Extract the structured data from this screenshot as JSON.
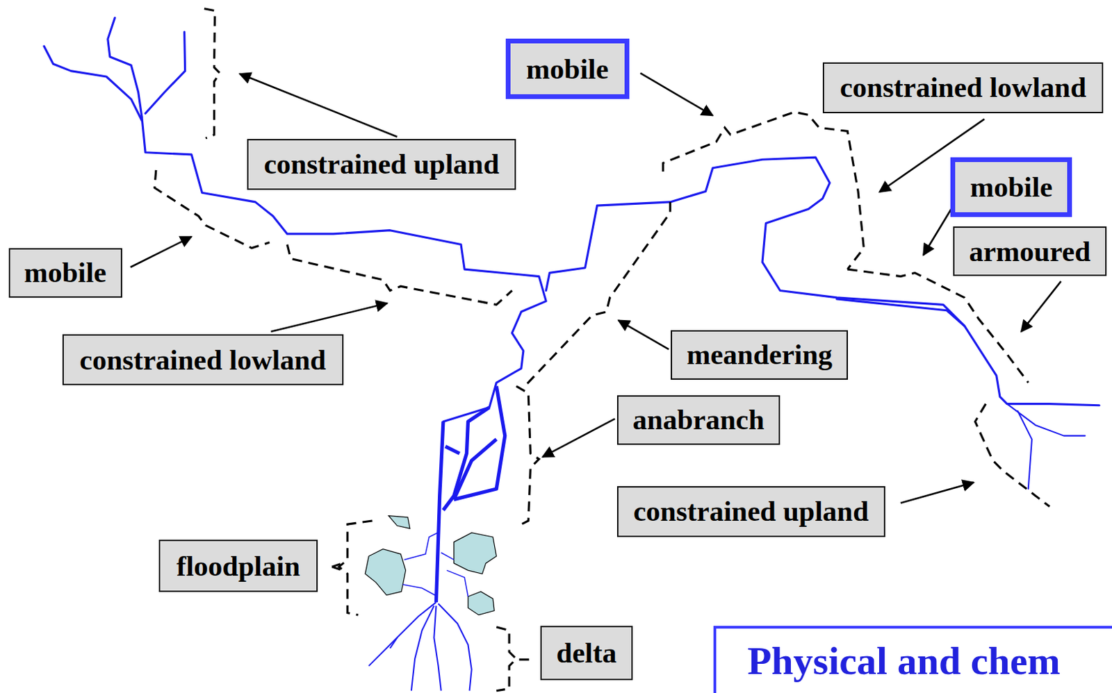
{
  "diagram": {
    "nodes": [
      {
        "text": [
          "mobile"
        ]
      },
      {
        "text": [
          "constrained lowland"
        ]
      },
      {
        "text": [
          "constrained upland"
        ]
      },
      {
        "text": [
          "mobile"
        ]
      },
      {
        "text": [
          "armoured"
        ]
      },
      {
        "text": [
          "mobile"
        ]
      },
      {
        "text": [
          "meandering"
        ]
      },
      {
        "text": [
          "constrained lowland"
        ]
      },
      {
        "text": [
          "anabranch"
        ]
      },
      {
        "text": [
          "constrained upland"
        ]
      },
      {
        "text": [
          "floodplain"
        ]
      },
      {
        "text": [
          "delta"
        ]
      },
      {
        "text": [
          "Physical and chem"
        ]
      }
    ]
  }
}
